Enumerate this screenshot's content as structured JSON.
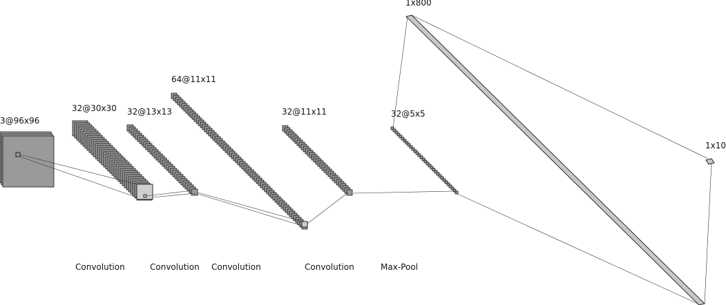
{
  "layers": [
    {
      "shape": "3@96x96",
      "fill": "#9a9a9a"
    },
    {
      "shape": "32@30x30",
      "fill": "#9a9a9a"
    },
    {
      "shape": "32@13x13",
      "fill": "#9a9a9a"
    },
    {
      "shape": "64@11x11",
      "fill": "#9a9a9a"
    },
    {
      "shape": "32@11x11",
      "fill": "#9a9a9a"
    },
    {
      "shape": "32@5x5",
      "fill": "#9a9a9a"
    },
    {
      "shape": "1x800",
      "fill": "#c8c8c8"
    },
    {
      "shape": "1x10",
      "fill": "#c8c8c8"
    }
  ],
  "operations": [
    {
      "label": "Convolution"
    },
    {
      "label": "Convolution"
    },
    {
      "label": "Convolution"
    },
    {
      "label": "Convolution"
    },
    {
      "label": "Max-Pool"
    }
  ],
  "colors": {
    "line": "#333333",
    "stroke": "#000000",
    "patch": "#cfcfcf"
  }
}
